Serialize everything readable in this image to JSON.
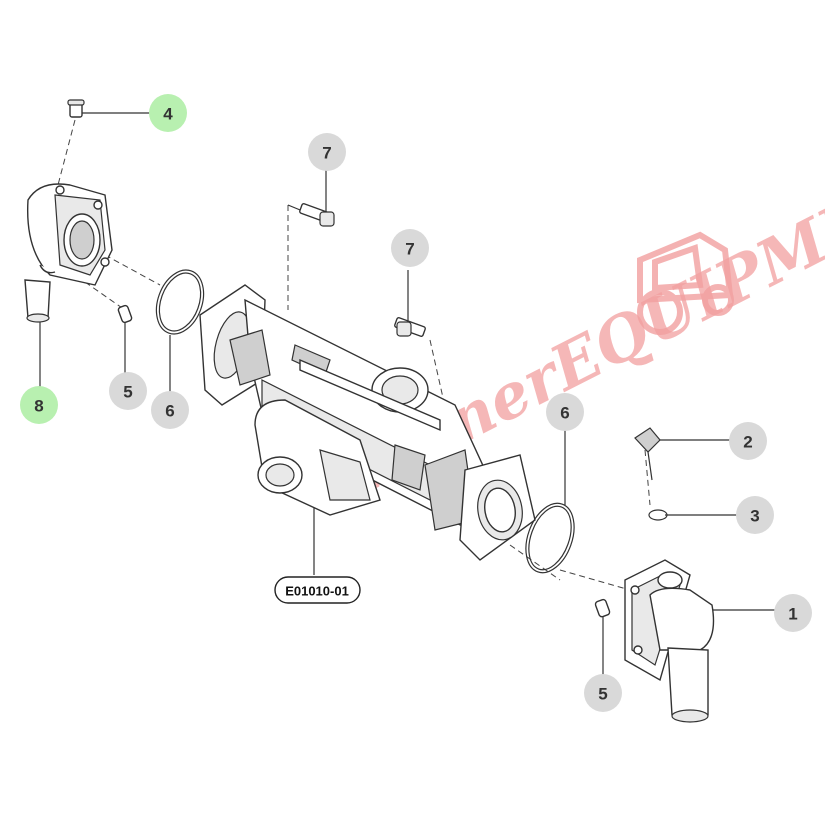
{
  "figure_code": "E01010-01",
  "watermark": "VarnerEQUIPMENT",
  "colors": {
    "callout_gray": "#d9d9d9",
    "callout_highlight": "#b8f0b0",
    "watermark": "#f2a0a0"
  },
  "callouts": [
    {
      "id": "c1",
      "label": "1",
      "highlighted": false
    },
    {
      "id": "c2",
      "label": "2",
      "highlighted": false
    },
    {
      "id": "c3",
      "label": "3",
      "highlighted": false
    },
    {
      "id": "c4",
      "label": "4",
      "highlighted": true
    },
    {
      "id": "c5a",
      "label": "5",
      "highlighted": false
    },
    {
      "id": "c5b",
      "label": "5",
      "highlighted": false
    },
    {
      "id": "c6a",
      "label": "6",
      "highlighted": false
    },
    {
      "id": "c6b",
      "label": "6",
      "highlighted": false
    },
    {
      "id": "c7a",
      "label": "7",
      "highlighted": false
    },
    {
      "id": "c7b",
      "label": "7",
      "highlighted": false
    },
    {
      "id": "c8",
      "label": "8",
      "highlighted": true
    }
  ]
}
